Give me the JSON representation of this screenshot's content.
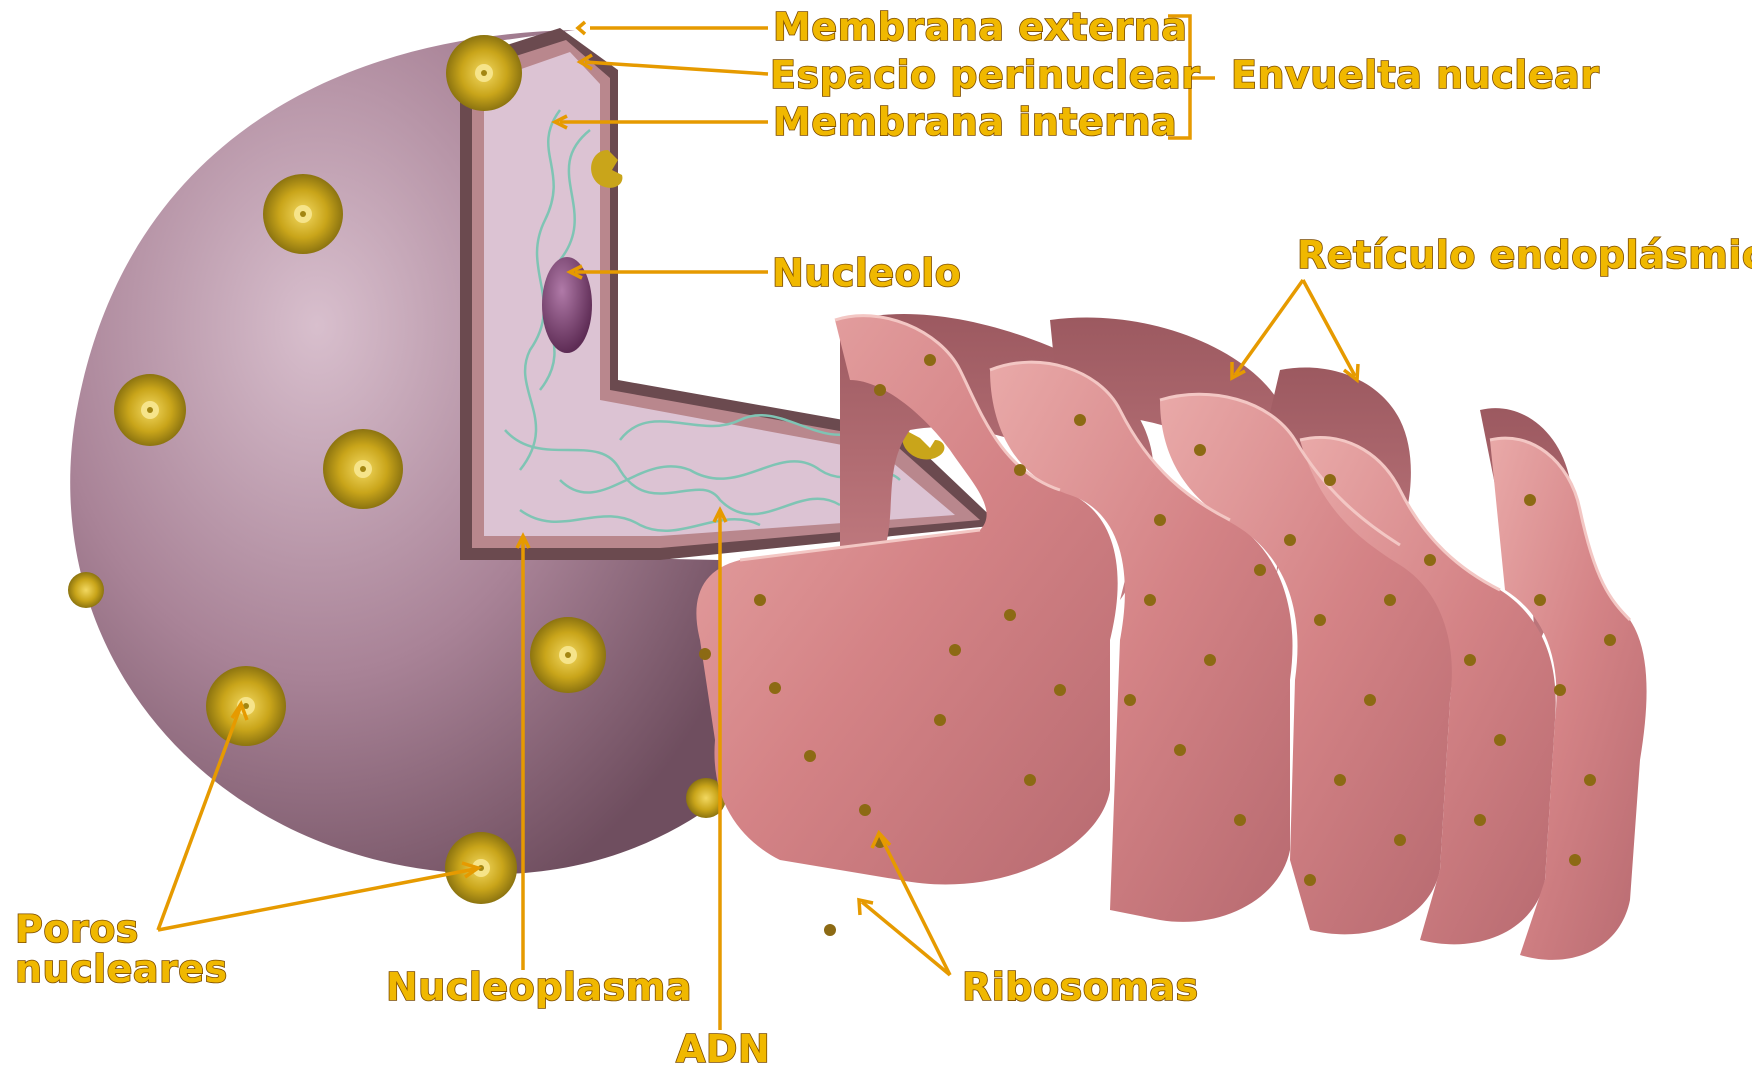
{
  "labels": {
    "membrana_externa": "Membrana externa",
    "espacio_perinuclear": "Espacio perinuclear",
    "membrana_interna": "Membrana interna",
    "envuelta_nuclear": "Envuelta nuclear",
    "nucleolo": "Nucleolo",
    "reticulo_endoplasmico": "Retículo endoplásmico",
    "poros_nucleares_line1": "Poros",
    "poros_nucleares_line2": "nucleares",
    "nucleoplasma": "Nucleoplasma",
    "adn": "ADN",
    "ribosomas": "Ribosomas"
  },
  "colors": {
    "label_fill": "#f0b800",
    "leader_line": "#e69a00",
    "nucleus_surface": "#b08a9c",
    "nucleus_interior": "#d7bfd0",
    "er_membrane": "#d48a8e",
    "pore": "#c9a51a",
    "dna": "#7fc4b4",
    "nucleolus": "#7a3f6d"
  }
}
